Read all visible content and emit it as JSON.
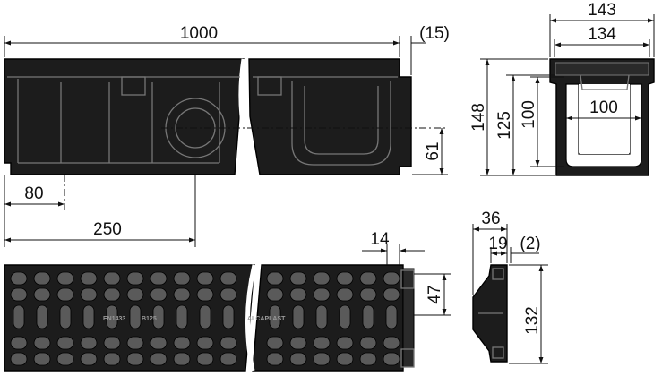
{
  "drawing": {
    "side_view": {
      "overall_length": "1000",
      "end_overhang": "(15)",
      "outlet_offset": "80",
      "outlet_position": "250",
      "outlet_height": "61"
    },
    "cross_section": {
      "outer_width": "143",
      "inner_top_width": "134",
      "channel_width": "100",
      "total_height": "148",
      "body_height": "125",
      "channel_depth": "100"
    },
    "grating_plan": {
      "bar_width": "14",
      "end_width": "47",
      "marking_standard": "EN1433",
      "marking_class": "B125",
      "marking_brand": "ALCAPLAST"
    },
    "grating_section": {
      "width": "36",
      "inner_width": "19",
      "gap": "(2)",
      "length": "132"
    },
    "colors": {
      "body": "#1c1c1c",
      "highlight": "#777777",
      "dimension_lines": "#111111"
    }
  }
}
